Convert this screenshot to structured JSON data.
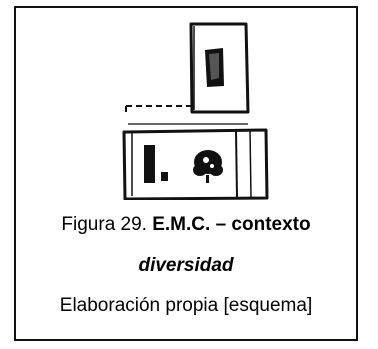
{
  "figure": {
    "number_label": "Figura 29.",
    "title_bold": "E.M.C. – contexto",
    "title_italic": "diversidad",
    "source": "Elaboración propia [esquema]"
  }
}
